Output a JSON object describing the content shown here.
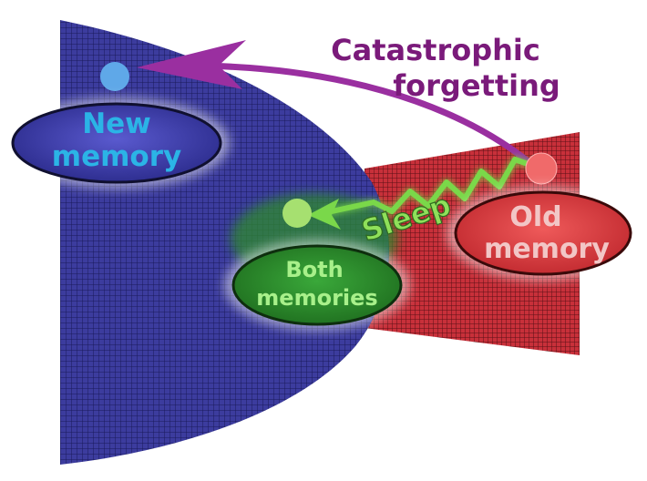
{
  "labels": {
    "catastrophic_line1": "Catastrophic",
    "catastrophic_line2": "forgetting",
    "sleep": "Sleep",
    "new_memory_line1": "New",
    "new_memory_line2": "memory",
    "old_memory_line1": "Old",
    "old_memory_line2": "memory",
    "both_memories_line1": "Both",
    "both_memories_line2": "memories"
  },
  "colors": {
    "blue_surface": "#3c3c9e",
    "blue_grid": "#1a1a5a",
    "red_surface": "#c8303a",
    "red_grid": "#5a1015",
    "green_region": "#2f8a2f",
    "catastrophic_arrow": "#9a2fa0",
    "catastrophic_text": "#7a1a7a",
    "sleep_arrow": "#7ad84a",
    "sleep_text": "#8fe05a",
    "new_memory_text": "#2bb4e6",
    "old_memory_text": "#f2c6c6",
    "both_memories_text": "#a8f08a",
    "new_dot": "#5fa8e8",
    "old_dot": "#f06a6a",
    "both_dot": "#a6e070"
  },
  "icons": {
    "catastrophic": "purple-curved-arrow-icon",
    "sleep": "green-zigzag-arrow-icon"
  }
}
